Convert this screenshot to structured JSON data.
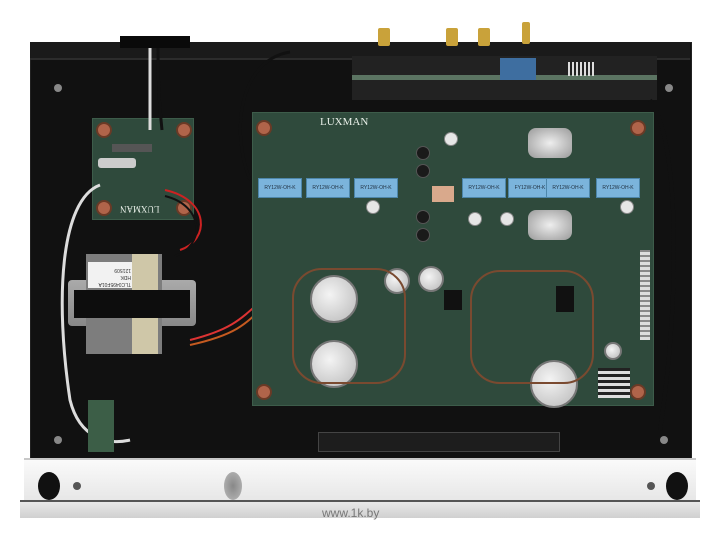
{
  "scene": {
    "description": "Top-down photo of an opened Luxman audio amplifier chassis showing main PCB, power PCB, transformer, rear connectors and front panel",
    "watermark": "www.1k.by"
  },
  "main_board": {
    "brand_label": "LUXMAN",
    "relays": [
      {
        "label": "RY12W-OH-K"
      },
      {
        "label": "RY12W-OH-K"
      },
      {
        "label": "RY12W-OH-K"
      },
      {
        "label": "RY12W-OH-K"
      },
      {
        "label": "FY12W-OH-K"
      },
      {
        "label": "RY12W-OH-K"
      },
      {
        "label": "RY12W-OH-K"
      }
    ]
  },
  "power_board": {
    "brand_label": "LUXMAN"
  },
  "transformer": {
    "label_line1": "TLC0495F01A",
    "label_line2": "HDK",
    "label_line3": "121509"
  },
  "colors": {
    "pcb_green": "#2f4a3c",
    "chassis_black": "#111111",
    "front_panel_silver": "#ececec",
    "relay_blue": "#7bb4dc",
    "gold_connector": "#c9a23a",
    "copper_mount": "#b0644a"
  }
}
